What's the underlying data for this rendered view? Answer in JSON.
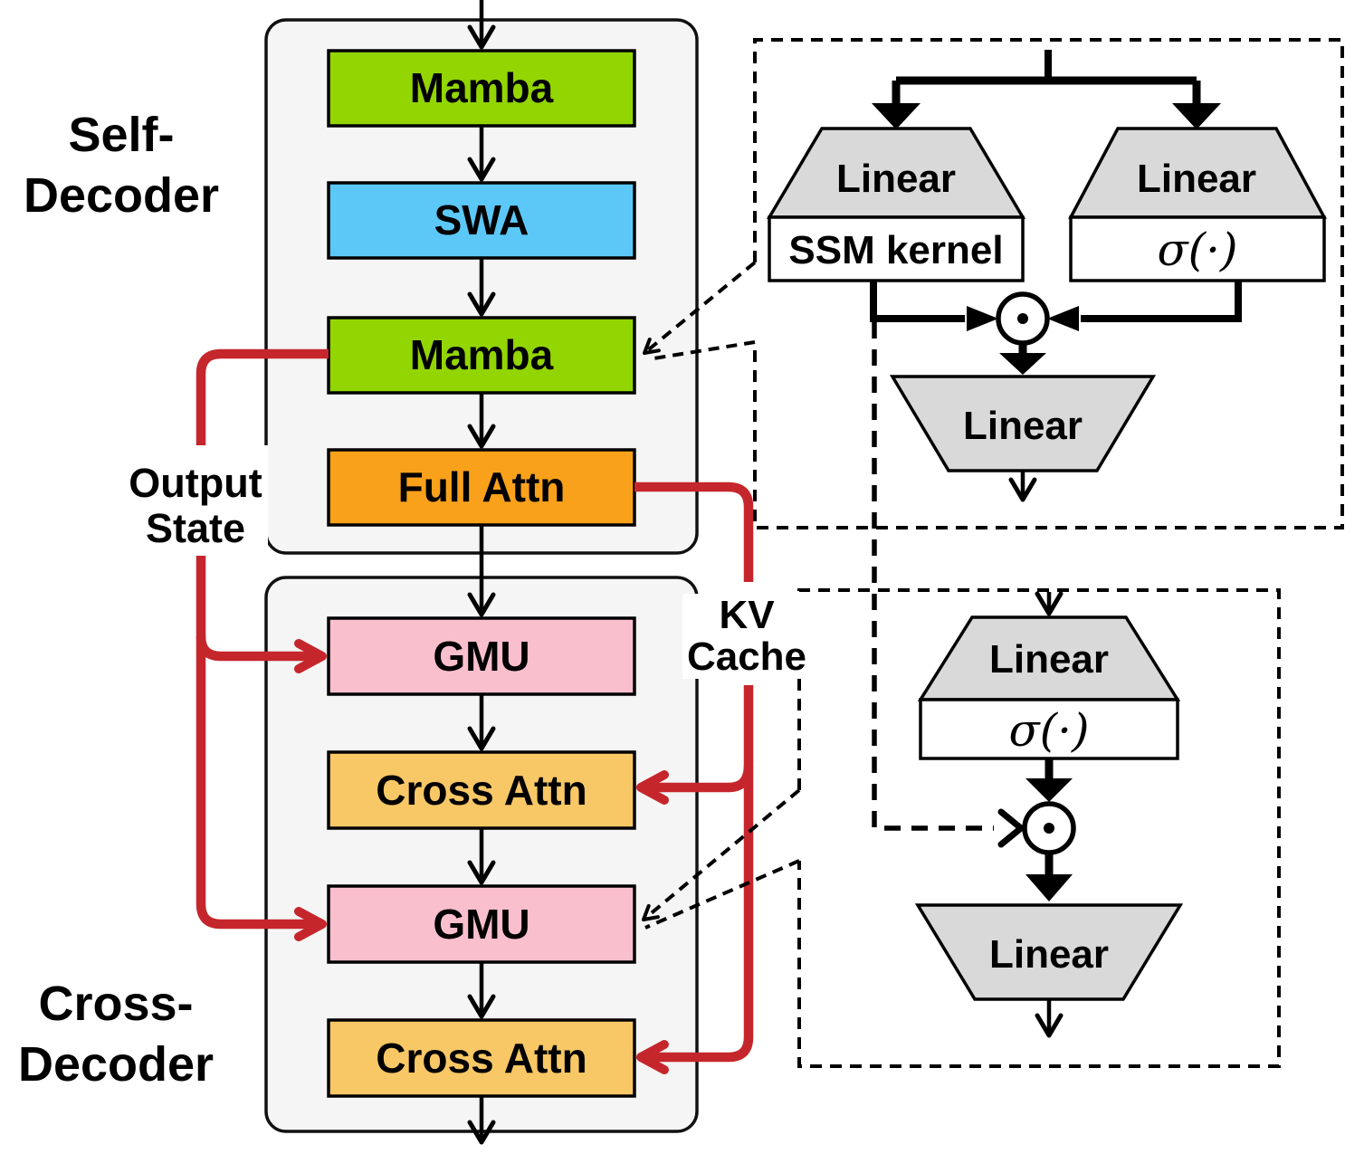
{
  "palette": {
    "green": "#93d500",
    "blue": "#5bc8f7",
    "orange": "#f9a11b",
    "pink": "#fabfcd",
    "amber": "#f8c766",
    "trapezoid_gray": "#d9d9d9",
    "container_gray": "#f5f5f5",
    "red": "#c5262c",
    "ink": "#000000",
    "white": "#ffffff"
  },
  "labels": {
    "self_decoder_line1": "Self-",
    "self_decoder_line2": "Decoder",
    "cross_decoder_line1": "Cross-",
    "cross_decoder_line2": "Decoder",
    "output_state_line1": "Output",
    "output_state_line2": "State",
    "kv_cache_line1": "KV",
    "kv_cache_line2": "Cache"
  },
  "self_decoder": {
    "blocks": [
      {
        "label": "Mamba",
        "color": "green"
      },
      {
        "label": "SWA",
        "color": "blue"
      },
      {
        "label": "Mamba",
        "color": "green"
      },
      {
        "label": "Full Attn",
        "color": "orange"
      }
    ]
  },
  "cross_decoder": {
    "blocks": [
      {
        "label": "GMU",
        "color": "pink"
      },
      {
        "label": "Cross Attn",
        "color": "amber"
      },
      {
        "label": "GMU",
        "color": "pink"
      },
      {
        "label": "Cross Attn",
        "color": "amber"
      }
    ]
  },
  "mamba_detail": {
    "linear_left": "Linear",
    "linear_right": "Linear",
    "ssm_kernel": "SSM kernel",
    "sigma": "σ(·)",
    "linear_out": "Linear"
  },
  "gmu_detail": {
    "linear_in": "Linear",
    "sigma": "σ(·)",
    "linear_out": "Linear"
  }
}
